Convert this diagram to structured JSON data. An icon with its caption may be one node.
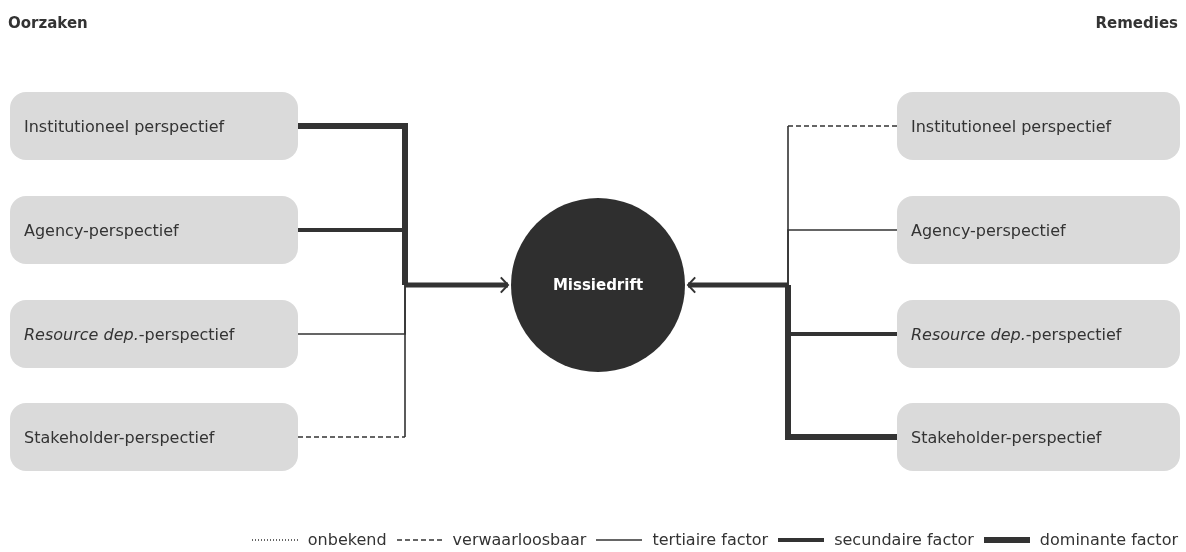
{
  "diagram": {
    "nodes": [
      {
        "text": [
          "Institutioneel perspectief"
        ]
      },
      {
        "text": [
          "Agency-perspectief"
        ]
      },
      {
        "text": [
          "*Resource dep.*-perspectief"
        ]
      },
      {
        "text": [
          "Stakeholder-perspectief"
        ]
      },
      {
        "text": [
          "Missiedrift"
        ]
      },
      {
        "text": [
          "Institutioneel perspectief"
        ]
      },
      {
        "text": [
          "Agency-perspectief"
        ]
      },
      {
        "text": [
          "*Resource dep.*-perspectief"
        ]
      },
      {
        "text": [
          "Stakeholder-perspectief"
        ]
      }
    ],
    "edges": [
      {
        "from": 0,
        "to": 4,
        "arrow": "to",
        "style": "thick"
      },
      {
        "from": 1,
        "to": 4,
        "arrow": "to",
        "style": "thick"
      },
      {
        "from": 2,
        "to": 4,
        "arrow": "to"
      },
      {
        "from": 3,
        "to": 4,
        "arrow": "to",
        "style": "dashed"
      },
      {
        "from": 5,
        "to": 4,
        "arrow": "to",
        "style": "dashed"
      },
      {
        "from": 6,
        "to": 4,
        "arrow": "to"
      },
      {
        "from": 7,
        "to": 4,
        "arrow": "to",
        "style": "thick"
      },
      {
        "from": 8,
        "to": 4,
        "arrow": "to",
        "style": "thick"
      }
    ],
    "labels": [
      "Oorzaken",
      "Remedies"
    ],
    "legend": [
      {
        "text": "onbekend"
      },
      {
        "text": "verwaarloosbaar"
      },
      {
        "text": "tertiaire factor"
      },
      {
        "text": "secundaire factor"
      },
      {
        "text": "dominante factor"
      }
    ]
  }
}
